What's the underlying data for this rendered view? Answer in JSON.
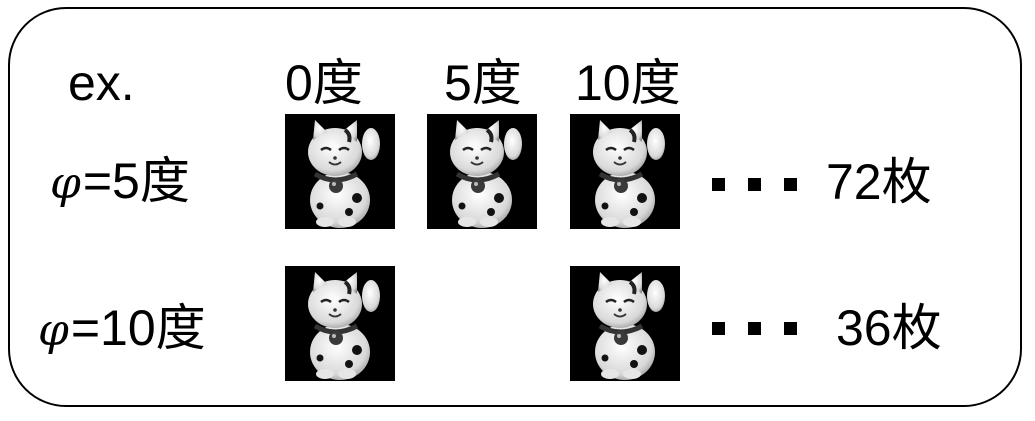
{
  "example_label": "ex.",
  "columns": [
    "0度",
    "5度",
    "10度"
  ],
  "rows": [
    {
      "phi_symbol": "φ",
      "label": "=5度",
      "count": "72枚"
    },
    {
      "phi_symbol": "φ",
      "label": "=10度",
      "count": "36枚"
    }
  ],
  "thumbnail_icon": "beckoning-cat-photo",
  "colors": {
    "border": "#000000",
    "thumb_bg": "#000000",
    "text": "#000000"
  }
}
